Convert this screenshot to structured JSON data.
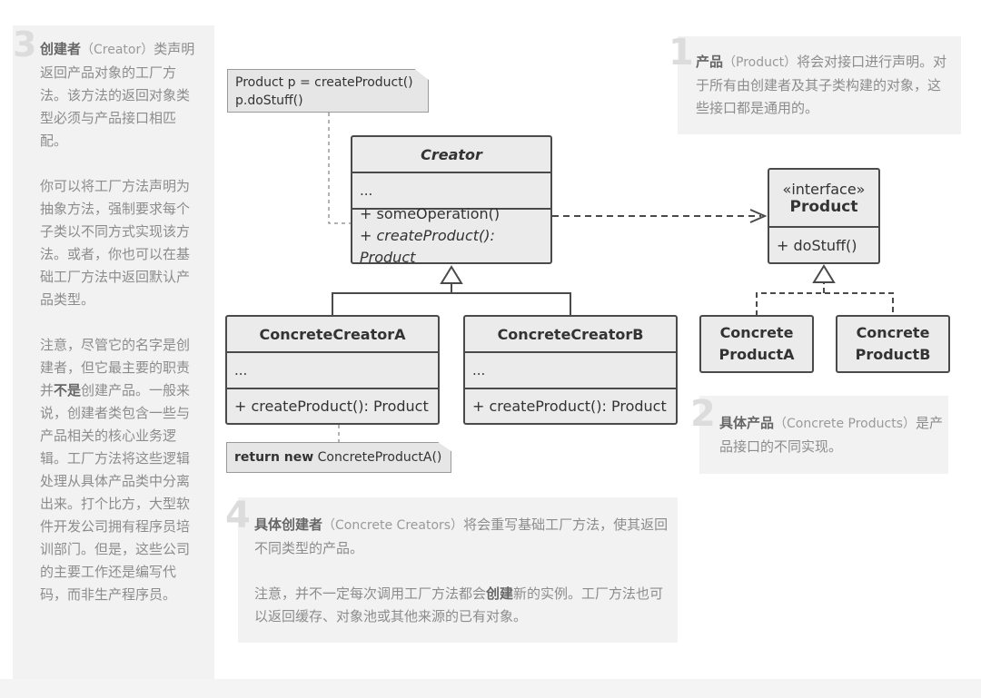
{
  "panel3": {
    "number": "3",
    "p1_bold": "创建者",
    "p1_en": "（Creator）",
    "p1_rest": "类声明返回产品对象的工厂方法。该方法的返回对象类型必须与产品接口相匹配。",
    "p2": "你可以将工厂方法声明为抽象方法，强制要求每个子类以不同方式实现该方法。或者，你也可以在基础工厂方法中返回默认产品类型。",
    "p3_a": "注意，尽管它的名字是创建者，但它最主要的职责并",
    "p3_bold": "不是",
    "p3_b": "创建产品。一般来说，创建者类包含一些与产品相关的核心业务逻辑。工厂方法将这些逻辑处理从具体产品类中分离出来。打个比方，大型软件开发公司拥有程序员培训部门。但是，这些公司的主要工作还是编写代码，而非生产程序员。"
  },
  "panel1": {
    "number": "1",
    "bold": "产品",
    "en": "（Product）",
    "rest": "将会对接口进行声明。对于所有由创建者及其子类构建的对象，这些接口都是通用的。"
  },
  "panel2": {
    "number": "2",
    "bold": "具体产品",
    "en": "（Concrete Products）",
    "rest": "是产品接口的不同实现。"
  },
  "panel4": {
    "number": "4",
    "bold": "具体创建者",
    "en": "（Concrete Creators）",
    "rest": "将会重写基础工厂方法，使其返回不同类型的产品。",
    "p2_a": "注意，并不一定每次调用工厂方法都会",
    "p2_bold": "创建",
    "p2_b": "新的实例。工厂方法也可以返回缓存、对象池或其他来源的已有对象。"
  },
  "notes": {
    "creator_line1": "Product p = createProduct()",
    "creator_line2": "p.doStuff()",
    "concrete_kw": "return new",
    "concrete_rest": " ConcreteProductA()"
  },
  "creator": {
    "name": "Creator",
    "fields": "...",
    "method1": "+ someOperation()",
    "method2": "+ createProduct(): Product"
  },
  "product": {
    "stereotype": "«interface»",
    "name": "Product",
    "method": "+ doStuff()"
  },
  "ccA": {
    "name": "ConcreteCreatorA",
    "fields": "...",
    "method": "+ createProduct(): Product"
  },
  "ccB": {
    "name": "ConcreteCreatorB",
    "fields": "...",
    "method": "+ createProduct(): Product"
  },
  "cpA": {
    "line1": "Concrete",
    "line2": "ProductA"
  },
  "cpB": {
    "line1": "Concrete",
    "line2": "ProductB"
  }
}
